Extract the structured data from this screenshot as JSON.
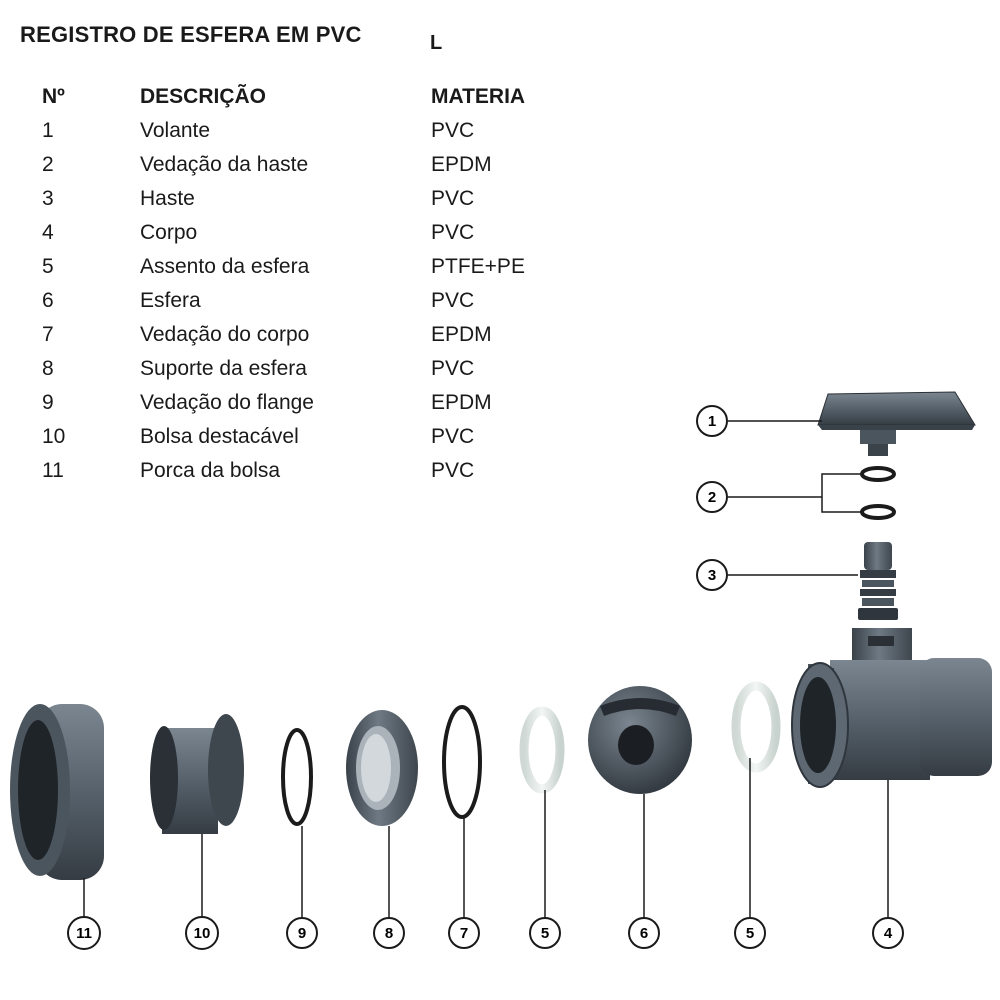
{
  "title": "REGISTRO DE ESFERA EM PVC",
  "title_letter": "L",
  "table": {
    "headers": {
      "number": "Nº",
      "description": "DESCRIÇÃO",
      "material": "MATERIA"
    },
    "rows": [
      {
        "number": "1",
        "description": "Volante",
        "material": "PVC"
      },
      {
        "number": "2",
        "description": "Vedação da haste",
        "material": "EPDM"
      },
      {
        "number": "3",
        "description": "Haste",
        "material": "PVC"
      },
      {
        "number": "4",
        "description": "Corpo",
        "material": "PVC"
      },
      {
        "number": "5",
        "description": "Assento da esfera",
        "material": "PTFE+PE"
      },
      {
        "number": "6",
        "description": "Esfera",
        "material": "PVC"
      },
      {
        "number": "7",
        "description": "Vedação do corpo",
        "material": "EPDM"
      },
      {
        "number": "8",
        "description": "Suporte da esfera",
        "material": "PVC"
      },
      {
        "number": "9",
        "description": "Vedação do flange",
        "material": "EPDM"
      },
      {
        "number": "10",
        "description": "Bolsa destacável",
        "material": "PVC"
      },
      {
        "number": "11",
        "description": "Porca da bolsa",
        "material": "PVC"
      }
    ]
  },
  "callouts": {
    "handle": "1",
    "stem_seal": "2",
    "stem": "3",
    "body": "4",
    "seat_right": "5",
    "ball": "6",
    "body_seal": "7",
    "ball_support": "8",
    "flange_seal": "9",
    "union_end": "10",
    "union_nut": "11",
    "seat_left": "5"
  },
  "colors": {
    "pvc_gray": "#55606b",
    "pvc_dark": "#2f363d",
    "pvc_light": "#7d8892",
    "seat_white": "#e4ebe8",
    "oring_black": "#1b1b1b"
  }
}
